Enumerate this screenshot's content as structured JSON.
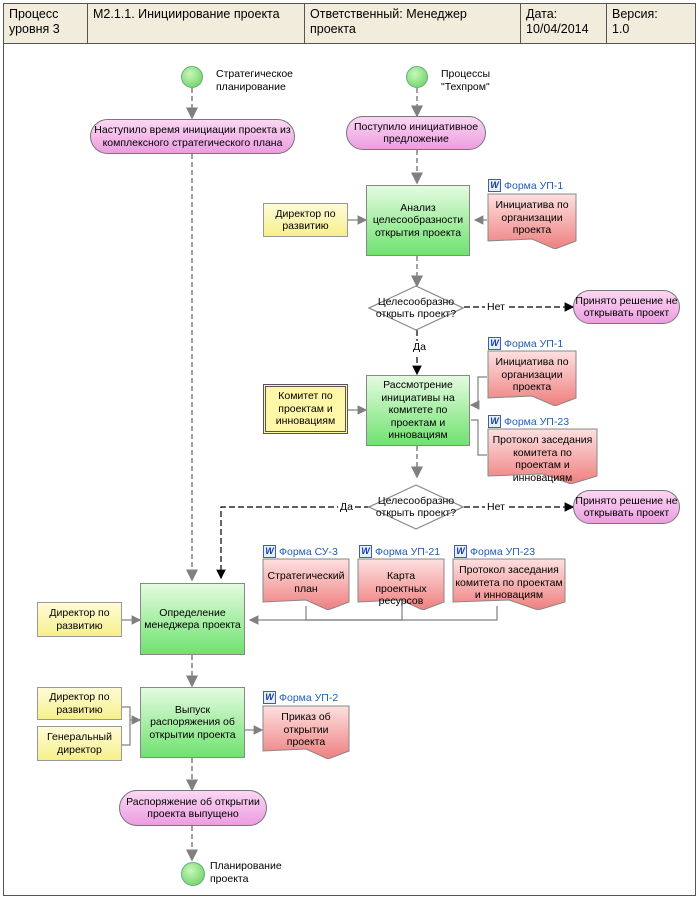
{
  "header": {
    "process_level": "Процесс уровня 3",
    "process_name": "M2.1.1.  Инициирование проекта",
    "responsible": "Ответственный: Менеджер проекта",
    "date_label": "Дата:",
    "date_value": "10/04/2014",
    "version_label": "Версия:",
    "version_value": "1.0"
  },
  "start_events": {
    "strategic": "Стратегическое планирование",
    "processes": "Процессы \"Техпром\""
  },
  "events": {
    "strategic_time": "Наступило время инициации проекта из комплексного стратегического плана",
    "initiative_received": "Поступило инициативное предложение",
    "decision_no_1": "Принято решение не открывать проект",
    "decision_no_2": "Принято решение не открывать проект",
    "order_issued": "Распоряжение об открытии проекта выпущено"
  },
  "end_event": "Планирование проекта",
  "tasks": {
    "analysis": "Анализ целесообразности открытия проекта",
    "committee_review": "Рассмотрение инициативы на комитете по проектам и инновациям",
    "define_manager": "Определение менеджера проекта",
    "issue_order": "Выпуск распоряжения об открытии проекта"
  },
  "roles": {
    "director_dev_1": "Директор по развитию",
    "committee": "Комитет по проектам и инновациям",
    "director_dev_2": "Директор по развитию",
    "director_dev_3": "Директор по развитию",
    "general_director": "Генеральный директор"
  },
  "gateways": {
    "question_1": "Целесообразно открыть проект?",
    "question_2": "Целесообразно открыть проект?"
  },
  "flow_labels": {
    "no_1": "Нет",
    "yes_1": "Да",
    "no_2": "Нет",
    "yes_2": "Да"
  },
  "forms": {
    "up1_a": "Форма УП-1",
    "up1_b": "Форма УП-1",
    "up23_a": "Форма УП-23",
    "su3": "Форма СУ-3",
    "up21": "Форма УП-21",
    "up23_b": "Форма УП-23",
    "up2": "Форма УП-2"
  },
  "documents": {
    "initiative_a": "Инициатива по организации проекта",
    "initiative_b": "Инициатива по организации проекта",
    "protocol_a": "Протокол заседания комитета по проектам и инновациям",
    "strategic_plan": "Стратегический план",
    "resource_map": "Карта проектных ресурсов",
    "protocol_b": "Протокол заседания комитета по проектам и инновациям",
    "order": "Приказ об открытии проекта"
  },
  "icons": {
    "form": "word-document-icon"
  },
  "colors": {
    "event": "#ec9de0",
    "task": "#6fe26f",
    "role": "#f6f08a",
    "document": "#f08585",
    "start": "#5fce55",
    "header": "#f1ecdc",
    "form_link": "#1f5fb5"
  }
}
